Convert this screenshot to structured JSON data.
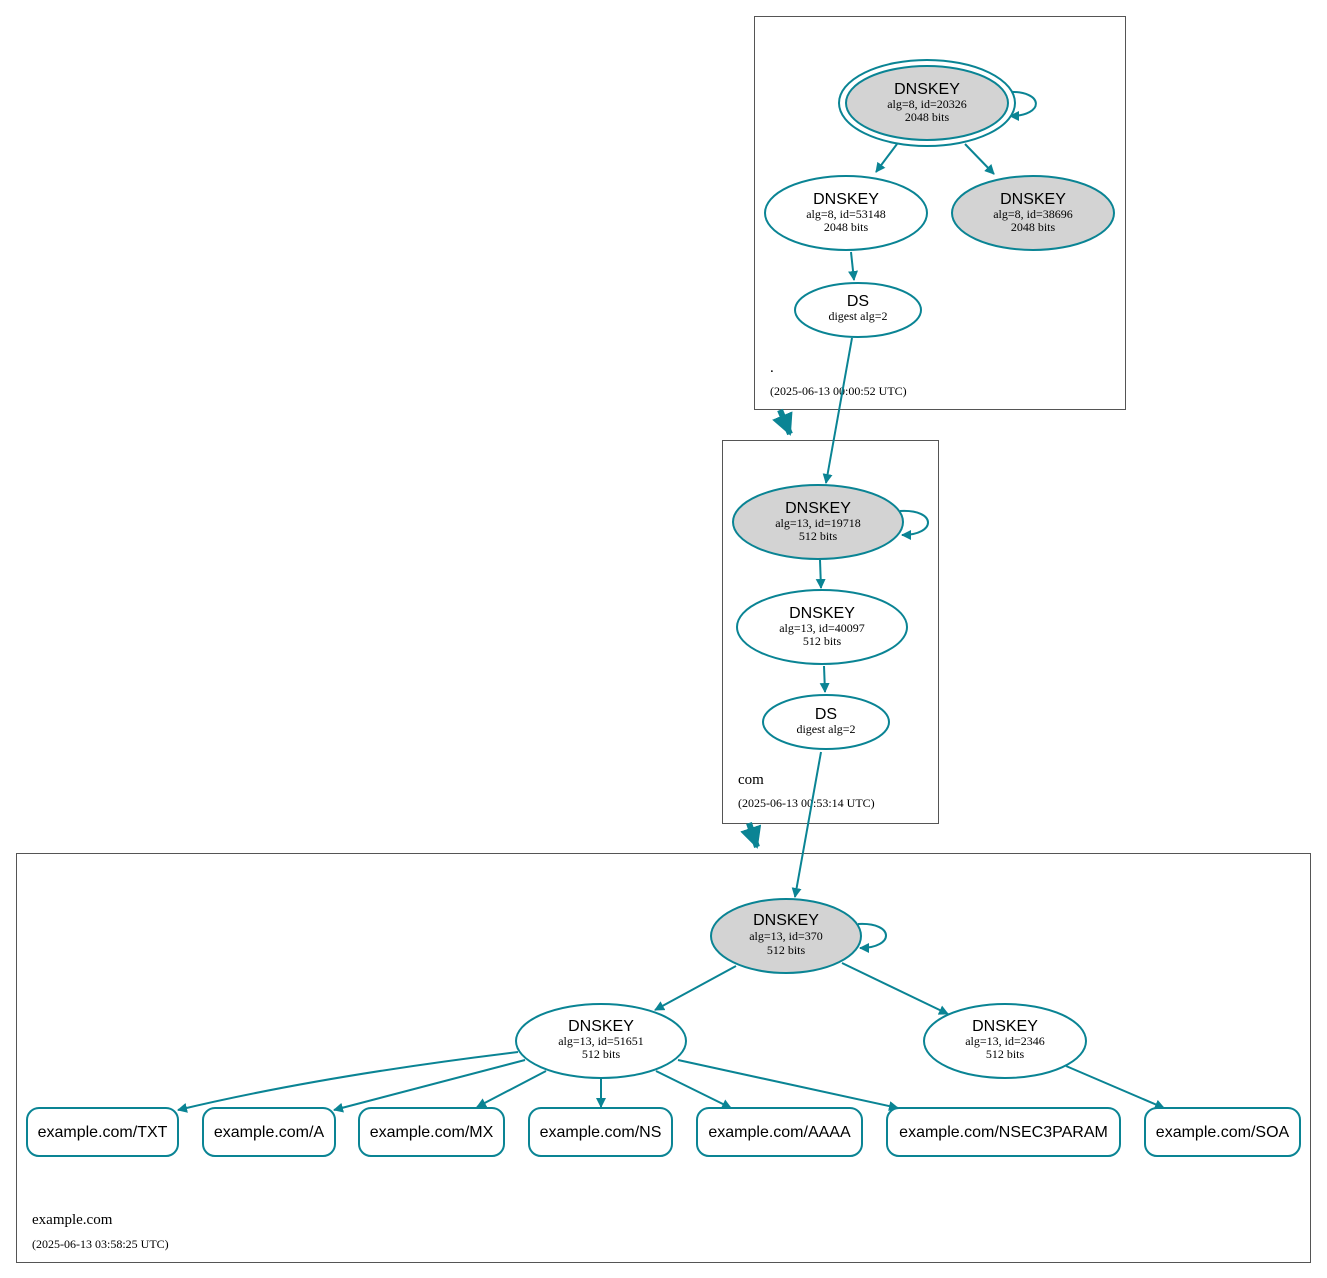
{
  "zones": {
    "root": {
      "name": ".",
      "timestamp": "(2025-06-13 00:00:52 UTC)"
    },
    "com": {
      "name": "com",
      "timestamp": "(2025-06-13 00:53:14 UTC)"
    },
    "example": {
      "name": "example.com",
      "timestamp": "(2025-06-13 03:58:25 UTC)"
    }
  },
  "nodes": {
    "root_ksk": {
      "type": "DNSKEY",
      "line1": "alg=8, id=20326",
      "line2": "2048 bits"
    },
    "root_zsk1": {
      "type": "DNSKEY",
      "line1": "alg=8, id=53148",
      "line2": "2048 bits"
    },
    "root_zsk2": {
      "type": "DNSKEY",
      "line1": "alg=8, id=38696",
      "line2": "2048 bits"
    },
    "root_ds": {
      "type": "DS",
      "line1": "digest alg=2"
    },
    "com_ksk": {
      "type": "DNSKEY",
      "line1": "alg=13, id=19718",
      "line2": "512 bits"
    },
    "com_zsk": {
      "type": "DNSKEY",
      "line1": "alg=13, id=40097",
      "line2": "512 bits"
    },
    "com_ds": {
      "type": "DS",
      "line1": "digest alg=2"
    },
    "ex_ksk": {
      "type": "DNSKEY",
      "line1": "alg=13, id=370",
      "line2": "512 bits"
    },
    "ex_zsk1": {
      "type": "DNSKEY",
      "line1": "alg=13, id=51651",
      "line2": "512 bits"
    },
    "ex_zsk2": {
      "type": "DNSKEY",
      "line1": "alg=13, id=2346",
      "line2": "512 bits"
    }
  },
  "rrsets": {
    "txt": "example.com/TXT",
    "a": "example.com/A",
    "mx": "example.com/MX",
    "ns": "example.com/NS",
    "aaaa": "example.com/AAAA",
    "nsec3param": "example.com/NSEC3PARAM",
    "soa": "example.com/SOA"
  },
  "colors": {
    "edge": "#0a8494",
    "sep_fill": "#d3d3d3",
    "box_stroke": "#555555"
  }
}
